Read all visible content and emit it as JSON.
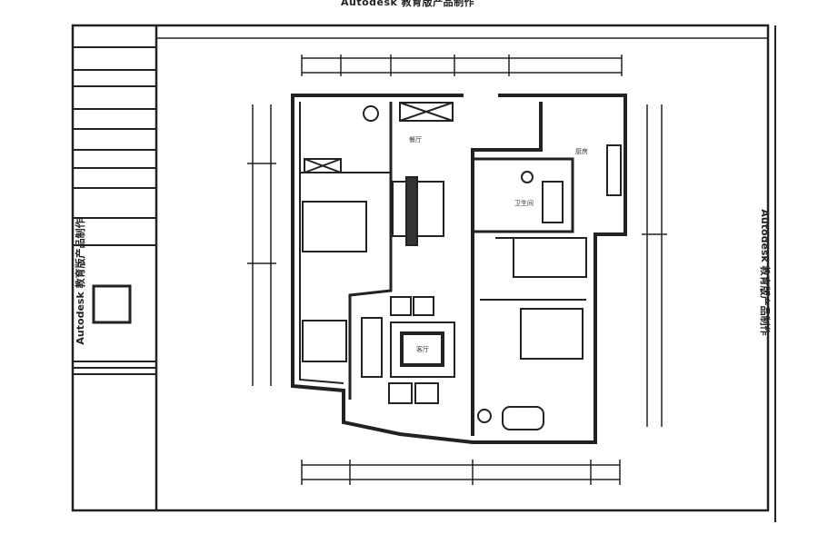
{
  "watermark": {
    "top": "Autodesk 教育版产品制作",
    "right": "Autodesk 教育版产品制作",
    "left": "Autodesk 教育版产品制作"
  },
  "rooms": {
    "dining": "餐厅",
    "kitchen": "厨房",
    "bathroom": "卫生间",
    "living": "客厅"
  },
  "colors": {
    "line": "#222222",
    "paper": "#ffffff"
  }
}
